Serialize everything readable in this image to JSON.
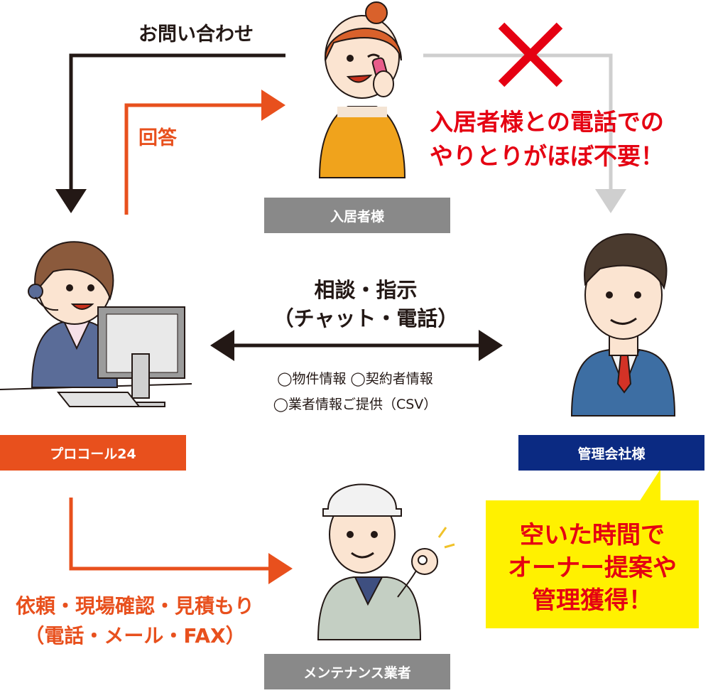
{
  "flows": {
    "inquiry": "お問い合わせ",
    "answer": "回答",
    "consultation_line1": "相談・指示",
    "consultation_line2": "（チャット・電話）",
    "info_line1": "◯物件情報 ◯契約者情報",
    "info_line2": "◯業者情報ご提供（CSV）",
    "request_line1": "依頼・現場確認・見積もり",
    "request_line2": "（電話・メール・FAX）"
  },
  "callout": {
    "line1": "入居者様との電話での",
    "line2": "やりとりがほぼ不要！"
  },
  "roles": {
    "resident": "入居者様",
    "procall": "プロコール24",
    "company": "管理会社様",
    "maintenance": "メンテナンス業者"
  },
  "bubble": {
    "line1": "空いた時間で",
    "line2": "オーナー提案や",
    "line3": "管理獲得！"
  },
  "colors": {
    "orange": "#e8501d",
    "navy": "#0b2a82",
    "gray": "#898989",
    "red": "#e50012",
    "yellow": "#fff100",
    "dark": "#231815"
  }
}
